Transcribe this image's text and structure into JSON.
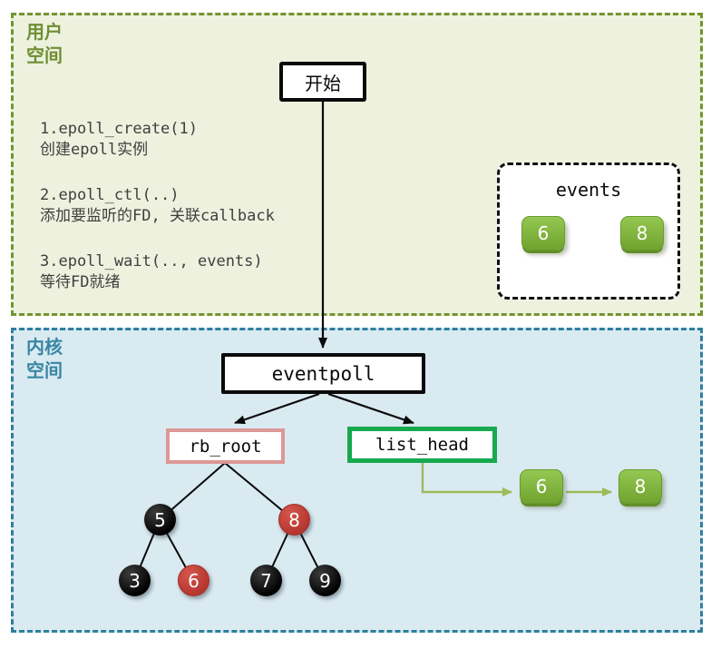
{
  "user_space": {
    "label_line1": "用户",
    "label_line2": "空间",
    "start_label": "开始",
    "steps": [
      {
        "code": "1.epoll_create(1)",
        "desc": "创建epoll实例"
      },
      {
        "code": "2.epoll_ctl(..)",
        "desc": "添加要监听的FD, 关联callback"
      },
      {
        "code": "3.epoll_wait(.., events)",
        "desc": "等待FD就绪"
      }
    ],
    "events_box": {
      "title": "events",
      "items": [
        "6",
        "8"
      ]
    }
  },
  "kernel_space": {
    "label_line1": "内核",
    "label_line2": "空间",
    "eventpoll_label": "eventpoll",
    "rb_root_label": "rb_root",
    "list_head_label": "list_head",
    "ready_list": [
      "6",
      "8"
    ],
    "rb_tree_nodes": [
      {
        "value": "5",
        "color": "black"
      },
      {
        "value": "8",
        "color": "red"
      },
      {
        "value": "3",
        "color": "black"
      },
      {
        "value": "6",
        "color": "red"
      },
      {
        "value": "7",
        "color": "black"
      },
      {
        "value": "9",
        "color": "black"
      }
    ]
  },
  "colors": {
    "user_space_bg": "#edf1de",
    "user_space_border": "#73942f",
    "user_space_label": "#6f8f33",
    "kernel_space_bg": "#daeaf1",
    "kernel_space_border": "#2f7f9d",
    "kernel_space_label": "#3886a3",
    "fd_green_light": "#95c853",
    "fd_green_dark": "#71a32f",
    "node_red": "#b5362f",
    "rb_root_border": "#dc9895",
    "list_head_border": "#17a94f",
    "green_arrow": "#9bbb59",
    "text_gray": "#3f3f3f"
  }
}
